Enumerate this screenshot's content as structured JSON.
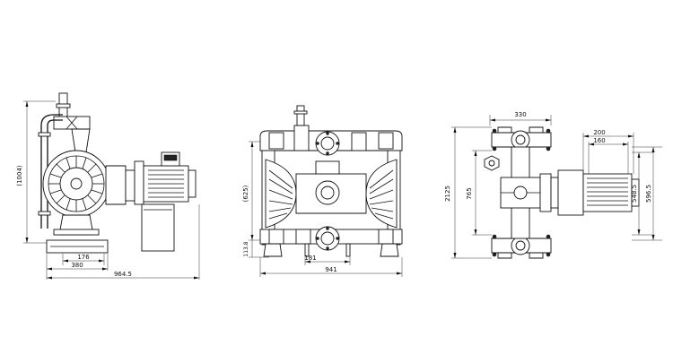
{
  "views": {
    "side": {
      "dims": {
        "height": "(1004)",
        "base_inner": "176",
        "base_outer": "380",
        "total_width": "964.5"
      }
    },
    "front": {
      "dims": {
        "height_inlet": "(625)",
        "foot_height": "113.8",
        "center_span": "181",
        "total_width": "941"
      }
    },
    "top": {
      "dims": {
        "top_width": "330",
        "overall_height": "2125",
        "inner_height": "765",
        "motor_width": "200",
        "motor_inner": "160",
        "motor_height_a": "548.5",
        "motor_height_b": "596.5"
      }
    }
  }
}
